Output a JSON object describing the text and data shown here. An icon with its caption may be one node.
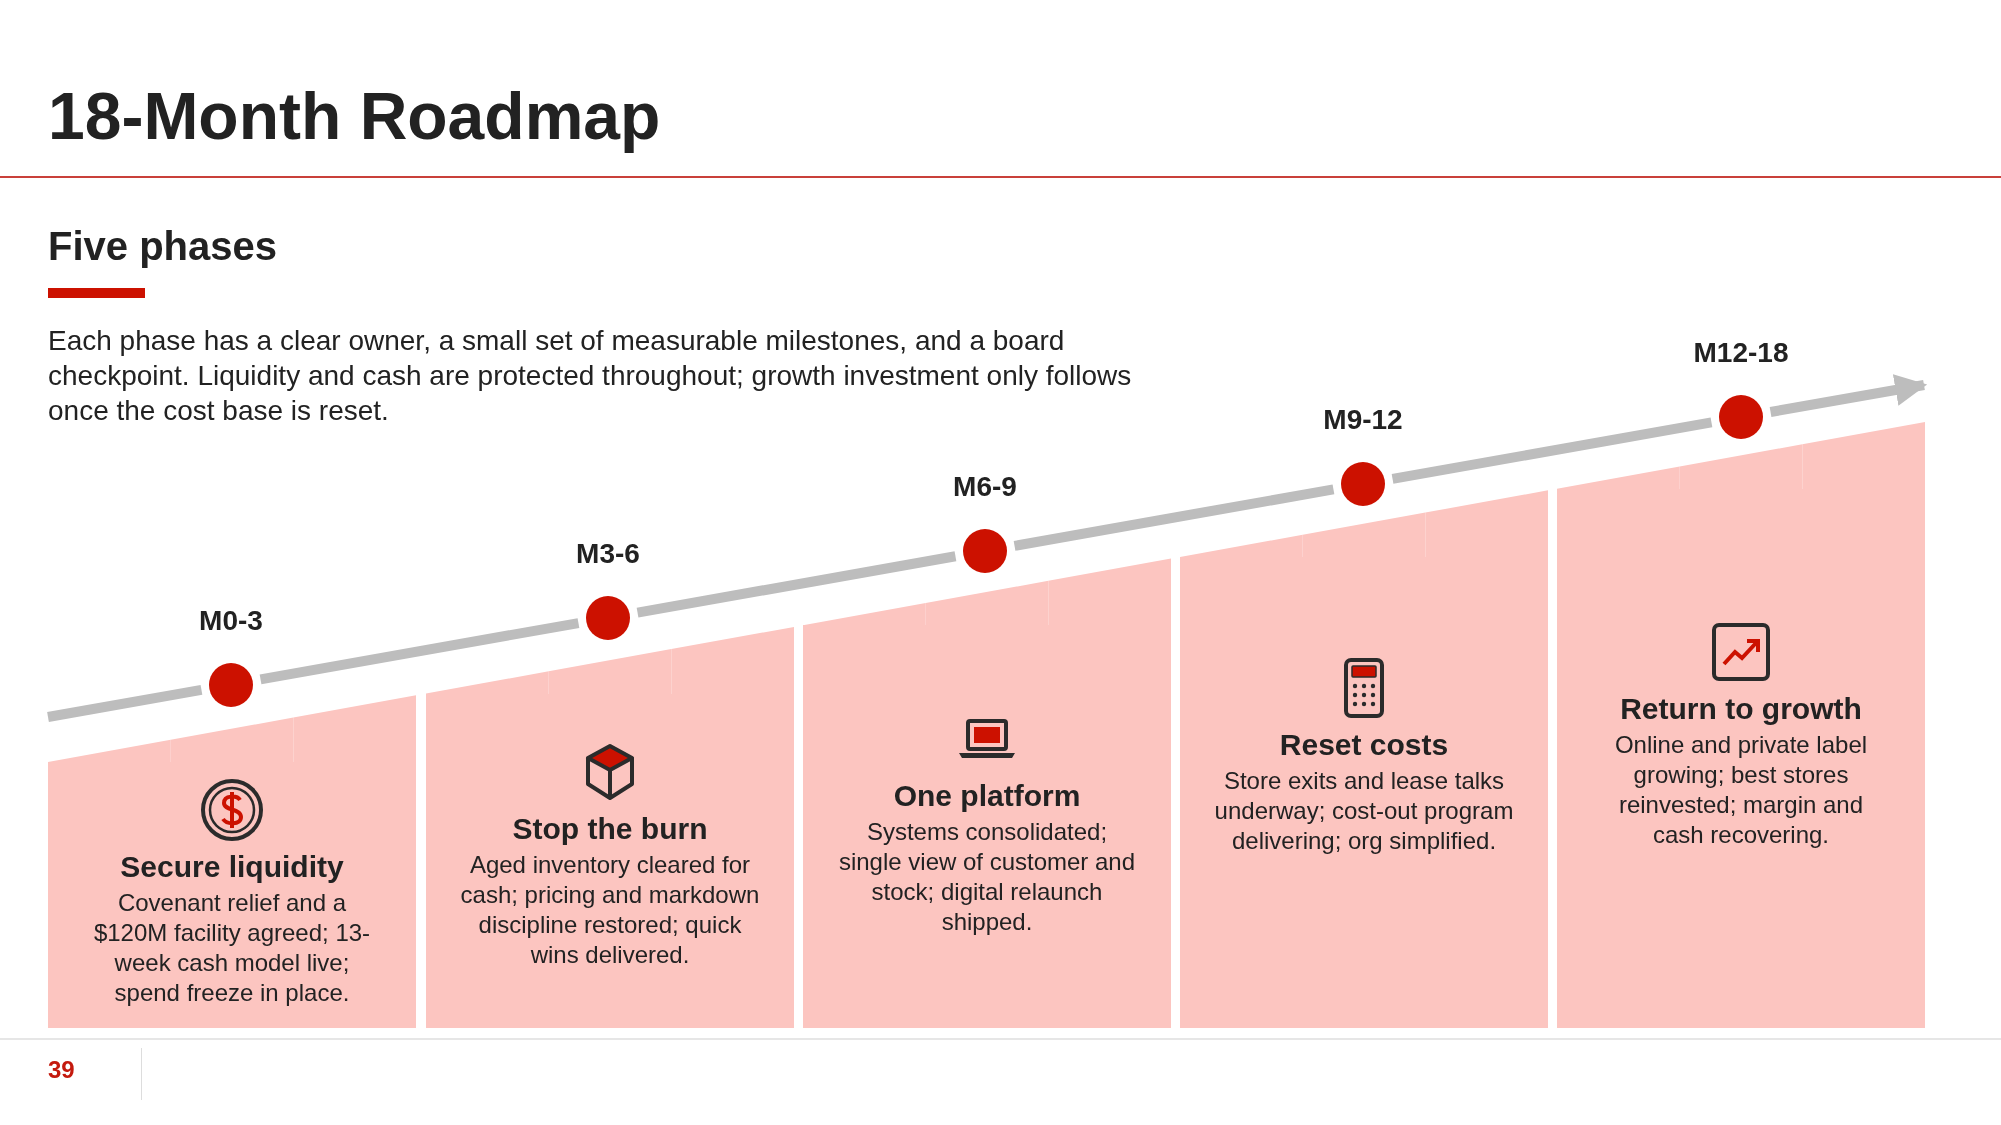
{
  "diagram": {
    "title": "18-Month Roadmap",
    "nodes": [
      {
        "text": [
          "Secure liquidity",
          "Covenant relief and a $120M facility agreed; 13-week cash model live; spend freeze in place."
        ]
      },
      {
        "text": [
          "Stop the burn",
          "Aged inventory cleared for cash; pricing and markdown discipline restored; quick wins delivered."
        ]
      },
      {
        "text": [
          "One platform",
          "Systems consolidated; single view of customer and stock; digital relaunch shipped."
        ]
      },
      {
        "text": [
          "Reset costs",
          "Store exits and lease talks underway; cost-out program delivering; org simplified."
        ]
      },
      {
        "text": [
          "Return to growth",
          "Online and private label growing; best stores reinvested; margin and cash recovering."
        ]
      },
      {
        "text": [
          "M0-3"
        ]
      },
      {
        "text": [
          "M3-6"
        ]
      },
      {
        "text": [
          "M6-9"
        ]
      },
      {
        "text": [
          "M9-12"
        ]
      },
      {
        "text": [
          "M12-18"
        ]
      }
    ],
    "edges": [
      {
        "from": null,
        "to": 5,
        "arrow": "none"
      },
      {
        "from": 5,
        "to": 6,
        "arrow": "none"
      },
      {
        "from": 6,
        "to": 7,
        "arrow": "none"
      },
      {
        "from": 7,
        "to": 8,
        "arrow": "none"
      },
      {
        "from": 8,
        "to": 9,
        "arrow": "none"
      },
      {
        "from": 9,
        "to": null,
        "arrow": "to"
      }
    ],
    "labels": [
      "Five phases",
      "Each phase has a clear owner, a small set of measurable milestones, and a board checkpoint. Liquidity and cash are protected throughout; growth investment only follows once the cost base is reset.",
      "39"
    ]
  }
}
